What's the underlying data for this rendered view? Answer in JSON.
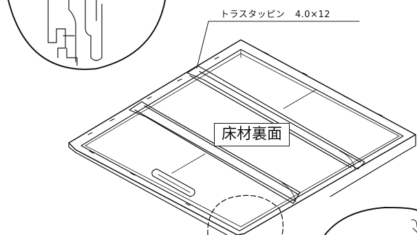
{
  "callout": {
    "part_label": "トラスタッピン",
    "size_label": "4.0×12"
  },
  "main_label": "床材裏面"
}
